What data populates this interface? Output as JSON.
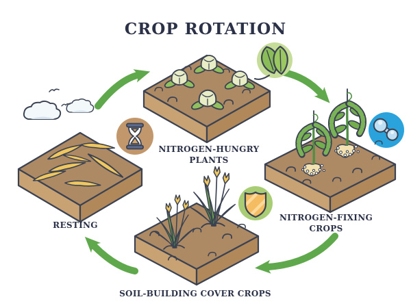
{
  "title": "CROP ROTATION",
  "stages": {
    "nitrogen_hungry": {
      "line1": "NITROGEN-HUNGRY",
      "line2": "PLANTS"
    },
    "nitrogen_fixing": {
      "line1": "NITROGEN-FIXING",
      "line2": "CROPS"
    },
    "soil_building": {
      "label": "SOIL-BUILDING COVER CROPS"
    },
    "resting": {
      "label": "RESTING"
    }
  },
  "cycle_arrows": [
    {
      "from": "resting",
      "to": "nitrogen_hungry"
    },
    {
      "from": "nitrogen_hungry",
      "to": "nitrogen_fixing"
    },
    {
      "from": "nitrogen_fixing",
      "to": "soil_building"
    },
    {
      "from": "soil_building",
      "to": "resting"
    }
  ],
  "icons": {
    "clouds": "clouds-icon",
    "birds": "birds-icon",
    "hourglass": "hourglass-icon",
    "leaf": "leaf-icon",
    "nitrogen_molecule": "nitrogen-molecule-icon",
    "shield": "shield-icon"
  },
  "colors": {
    "ink": "#2b3147",
    "outline": "#3b4252",
    "arrow": "#5fa84c",
    "soil_top": "#ae8a64",
    "soil_left": "#c9a273",
    "soil_right": "#b1885a",
    "circle_tan": "#c2976b",
    "circle_blue": "#2aa3dc",
    "circle_green_light": "#c6dc99",
    "circle_green": "#a9cd74",
    "straw": "#f0c75e",
    "plant_green": "#74ad4e"
  }
}
